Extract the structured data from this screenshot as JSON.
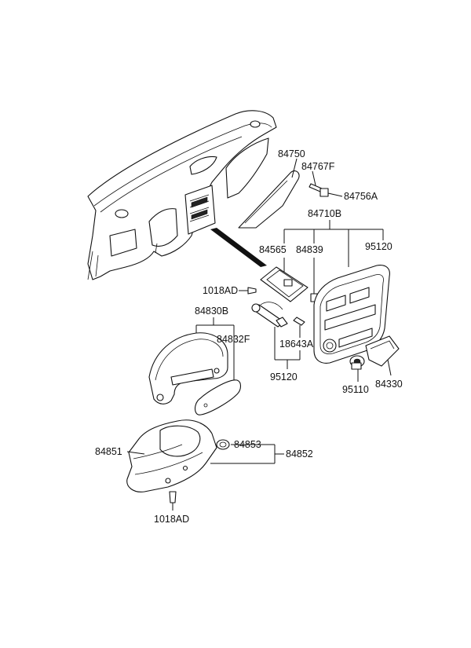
{
  "diagram": {
    "labels": {
      "p84750": "84750",
      "p84767F": "84767F",
      "p84756A": "84756A",
      "p84710B": "84710B",
      "p84565": "84565",
      "p84839": "84839",
      "p95120a": "95120",
      "p1018ADa": "1018AD",
      "p84830B": "84830B",
      "p84832F": "84832F",
      "p18643A": "18643A",
      "p95120b": "95120",
      "p95110": "95110",
      "p84330": "84330",
      "p84851": "84851",
      "p84853": "84853",
      "p84852": "84852",
      "p1018ADb": "1018AD"
    }
  }
}
